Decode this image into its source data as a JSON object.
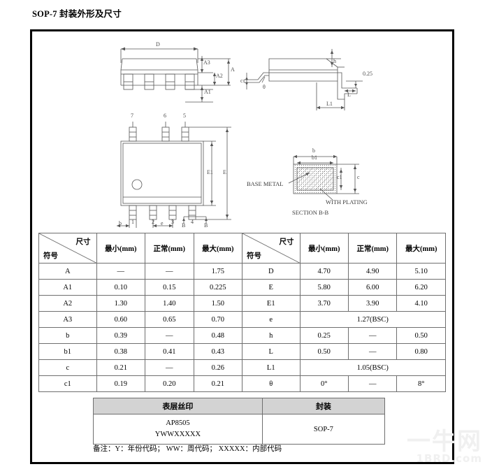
{
  "title": "SOP-7  封装外形及尺寸",
  "drawings": {
    "front_view": {
      "name": "front-view",
      "labels": [
        "D",
        "A3",
        "A2",
        "A",
        "A1"
      ]
    },
    "side_view": {
      "name": "side-view",
      "labels": [
        "h",
        "0.25",
        "c",
        "θ",
        "L",
        "L1"
      ]
    },
    "top_view": {
      "name": "top-view",
      "pins_top": [
        "7",
        "6",
        "5"
      ],
      "pins_bottom": [
        "1",
        "2",
        "3",
        "4"
      ],
      "labels": [
        "E1",
        "E",
        "b",
        "e",
        "B",
        "B"
      ]
    },
    "section_view": {
      "name": "section-b-b",
      "labels": [
        "b",
        "b1",
        "c1",
        "c"
      ],
      "base_metal": "BASE METAL",
      "with_plating": "WITH PLATING",
      "caption": "SECTION B-B"
    }
  },
  "dim_table": {
    "headers_left": [
      "尺寸",
      "符号",
      "最小(mm)",
      "正常(mm)",
      "最大(mm)"
    ],
    "headers_right": [
      "尺寸",
      "符号",
      "最小(mm)",
      "正常(mm)",
      "最大(mm)"
    ],
    "rows_left": [
      {
        "symbol": "A",
        "min": "—",
        "nom": "—",
        "max": "1.75"
      },
      {
        "symbol": "A1",
        "min": "0.10",
        "nom": "0.15",
        "max": "0.225"
      },
      {
        "symbol": "A2",
        "min": "1.30",
        "nom": "1.40",
        "max": "1.50"
      },
      {
        "symbol": "A3",
        "min": "0.60",
        "nom": "0.65",
        "max": "0.70"
      },
      {
        "symbol": "b",
        "min": "0.39",
        "nom": "—",
        "max": "0.48"
      },
      {
        "symbol": "b1",
        "min": "0.38",
        "nom": "0.41",
        "max": "0.43"
      },
      {
        "symbol": "c",
        "min": "0.21",
        "nom": "—",
        "max": "0.26"
      },
      {
        "symbol": "c1",
        "min": "0.19",
        "nom": "0.20",
        "max": "0.21"
      }
    ],
    "rows_right": [
      {
        "symbol": "D",
        "min": "4.70",
        "nom": "4.90",
        "max": "5.10",
        "span": false
      },
      {
        "symbol": "E",
        "min": "5.80",
        "nom": "6.00",
        "max": "6.20",
        "span": false
      },
      {
        "symbol": "E1",
        "min": "3.70",
        "nom": "3.90",
        "max": "4.10",
        "span": false
      },
      {
        "symbol": "e",
        "span": true,
        "span_value": "1.27(BSC)"
      },
      {
        "symbol": "h",
        "min": "0.25",
        "nom": "—",
        "max": "0.50",
        "span": false
      },
      {
        "symbol": "L",
        "min": "0.50",
        "nom": "—",
        "max": "0.80",
        "span": false
      },
      {
        "symbol": "L1",
        "span": true,
        "span_value": "1.05(BSC)"
      },
      {
        "symbol": "θ",
        "min": "0°",
        "nom": "—",
        "max": "8°",
        "span": false
      }
    ]
  },
  "mark_table": {
    "header_marking": "表层丝印",
    "header_package": "封装",
    "marking_line1": "AP8505",
    "marking_line2": "YWWXXXXX",
    "package": "SOP-7"
  },
  "note": "备注：Y：年份代码； WW：周代码； XXXXX：内部代码",
  "watermark": {
    "main": "一牛网",
    "sub": "1BRD.com"
  },
  "colors": {
    "frame": "#000000",
    "table_border": "#6f6f6f",
    "header_fill": "#d3d3d3",
    "drawing_line": "#555555"
  }
}
